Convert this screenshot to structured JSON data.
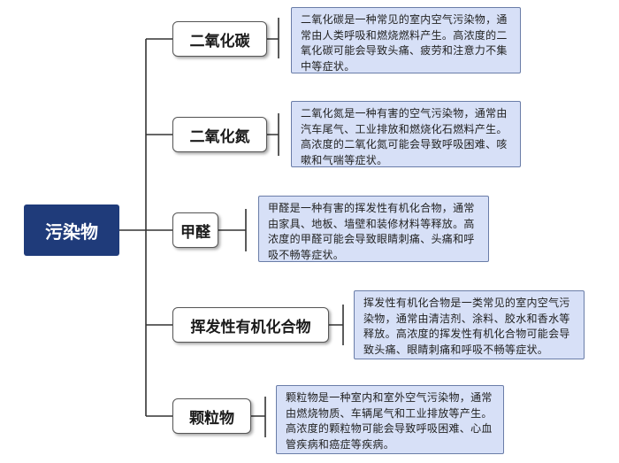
{
  "root": {
    "label": "污染物"
  },
  "branches": [
    {
      "label": "二氧化碳",
      "description": "二氧化碳是一种常见的室内空气污染物，通常由人类呼吸和燃烧燃料产生。高浓度的二氧化碳可能会导致头痛、疲劳和注意力不集中等症状。"
    },
    {
      "label": "二氧化氮",
      "description": "二氧化氮是一种有害的空气污染物，通常由汽车尾气、工业排放和燃烧化石燃料产生。高浓度的二氧化氮可能会导致呼吸困难、咳嗽和气喘等症状。"
    },
    {
      "label": "甲醛",
      "description": "甲醛是一种有害的挥发性有机化合物，通常由家具、地板、墙壁和装修材料等释放。高浓度的甲醛可能会导致眼睛刺痛、头痛和呼吸不畅等症状。"
    },
    {
      "label": "挥发性有机化合物",
      "description": "挥发性有机化合物是一类常见的室内空气污染物，通常由清洁剂、涂料、胶水和香水等释放。高浓度的挥发性有机化合物可能会导致头痛、眼睛刺痛和呼吸不畅等症状。"
    },
    {
      "label": "颗粒物",
      "description": "颗粒物是一种室内和室外空气污染物，通常由燃烧物质、车辆尾气和工业排放等产生。高浓度的颗粒物可能会导致呼吸困难、心血管疾病和癌症等疾病。"
    }
  ],
  "colors": {
    "root_fill": "#1f3b7a",
    "description_fill": "#d7e0f7",
    "description_border": "#6a7da8",
    "connector": "#333333"
  }
}
